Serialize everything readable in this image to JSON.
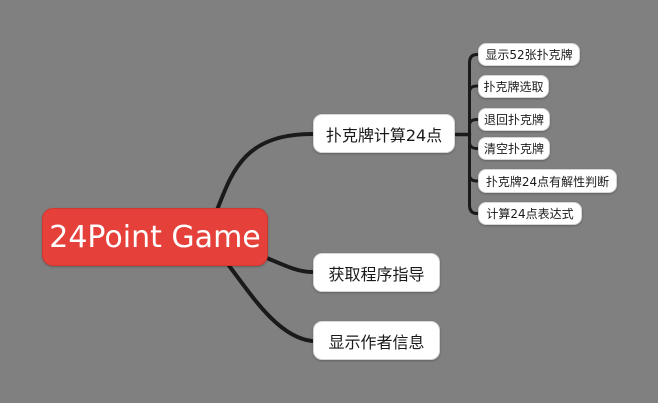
{
  "canvas": {
    "background_color": "#808080",
    "line_color": "#1a1a1a",
    "node_fill_color": "#ffffff",
    "root_fill_color": "#e5403a",
    "root_text_color": "#ffffff"
  },
  "mindmap": {
    "root": {
      "label": "24Point Game"
    },
    "branches": [
      {
        "label": "扑克牌计算24点",
        "children": [
          "显示52张扑克牌",
          "扑克牌选取",
          "退回扑克牌",
          "清空扑克牌",
          "扑克牌24点有解性判断",
          "计算24点表达式"
        ]
      },
      {
        "label": "获取程序指导",
        "children": []
      },
      {
        "label": "显示作者信息",
        "children": []
      }
    ]
  }
}
